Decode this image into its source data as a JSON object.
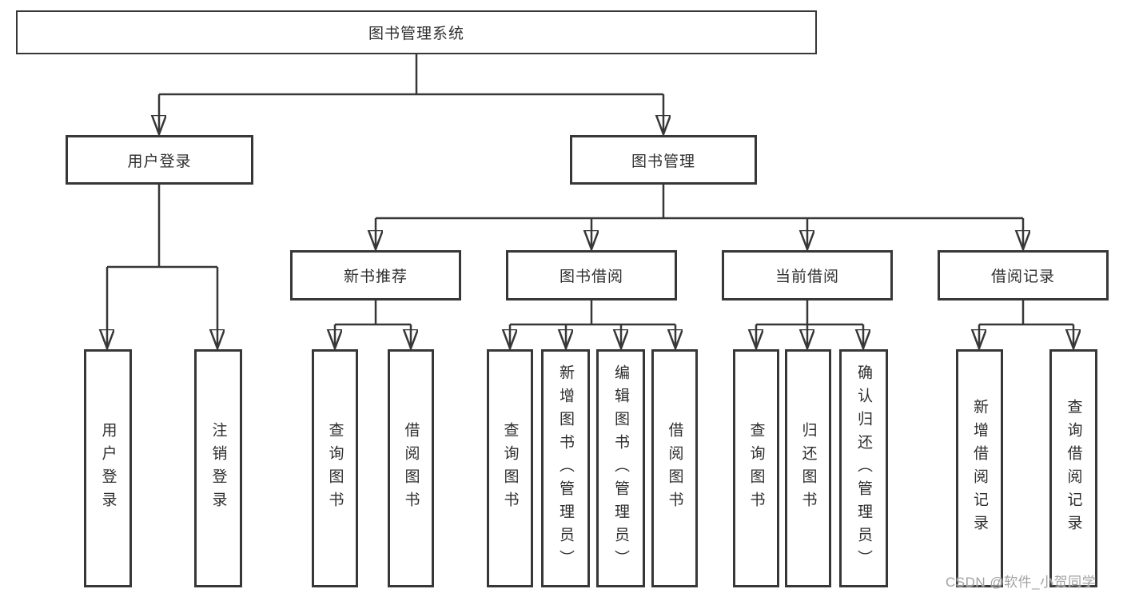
{
  "colors": {
    "line": "#373737",
    "box_border": "#373737",
    "text": "#2e2e2e",
    "background": "#ffffff",
    "watermark": "#a2a2a2"
  },
  "diagram": {
    "root": {
      "label": "图书管理系统"
    },
    "level2": [
      {
        "label": "用户登录"
      },
      {
        "label": "图书管理"
      }
    ],
    "level3": [
      {
        "label": "新书推荐",
        "parent": "图书管理"
      },
      {
        "label": "图书借阅",
        "parent": "图书管理"
      },
      {
        "label": "当前借阅",
        "parent": "图书管理"
      },
      {
        "label": "借阅记录",
        "parent": "图书管理"
      }
    ],
    "leaves": [
      {
        "label": "用户登录",
        "parent": "用户登录"
      },
      {
        "label": "注销登录",
        "parent": "用户登录"
      },
      {
        "label": "查询图书",
        "parent": "新书推荐"
      },
      {
        "label": "借阅图书",
        "parent": "新书推荐"
      },
      {
        "label": "查询图书",
        "parent": "图书借阅"
      },
      {
        "label": "新增图书（管理员）",
        "parent": "图书借阅"
      },
      {
        "label": "编辑图书（管理员）",
        "parent": "图书借阅"
      },
      {
        "label": "借阅图书",
        "parent": "图书借阅"
      },
      {
        "label": "查询图书",
        "parent": "当前借阅"
      },
      {
        "label": "归还图书",
        "parent": "当前借阅"
      },
      {
        "label": "确认归还（管理员）",
        "parent": "当前借阅"
      },
      {
        "label": "新增借阅记录",
        "parent": "借阅记录"
      },
      {
        "label": "查询借阅记录",
        "parent": "借阅记录"
      }
    ]
  },
  "watermark": {
    "text": "CSDN @软件_小贺同学"
  }
}
